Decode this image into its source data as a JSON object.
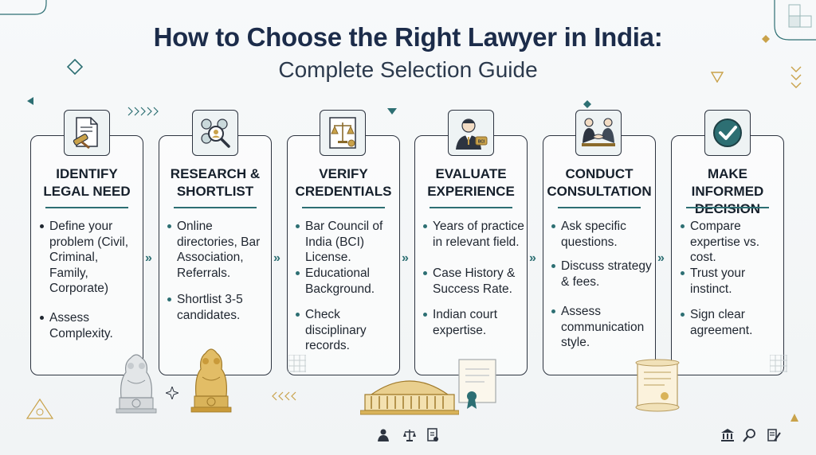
{
  "header": {
    "title": "How to Choose the Right Lawyer in India:",
    "subtitle": "Complete Selection Guide"
  },
  "steps": [
    {
      "title": "IDENTIFY LEGAL NEED",
      "icon": "gavel-document-icon",
      "bullets": [
        "Define your problem (Civil, Criminal, Family, Corporate)",
        "Assess Complexity."
      ]
    },
    {
      "title": "RESEARCH & SHORTLIST",
      "icon": "magnifier-people-icon",
      "bullets": [
        "Online directories, Bar Association, Referrals.",
        "Shortlist 3-5 candidates."
      ]
    },
    {
      "title": "VERIFY CREDENTIALS",
      "icon": "scales-certificate-icon",
      "bullets": [
        "Bar Council of India (BCI) License.",
        "Educational Background.",
        "Check disciplinary records."
      ]
    },
    {
      "title": "EVALUATE EXPERIENCE",
      "icon": "lawyer-badge-icon",
      "bullets": [
        "Years of practice in relevant field.",
        "Case History & Success Rate.",
        "Indian court expertise."
      ]
    },
    {
      "title": "CONDUCT CONSULTATION",
      "icon": "handshake-icon",
      "bullets": [
        "Ask specific questions.",
        "Discuss strategy & fees.",
        "Assess communication style."
      ]
    },
    {
      "title": "MAKE INFORMED DECISION",
      "icon": "checkmark-icon",
      "bullets": [
        "Compare expertise vs. cost.",
        "Trust your instinct.",
        "Sign clear agreement."
      ]
    }
  ],
  "arrows": "»",
  "badge_text": "BCI",
  "colors": {
    "accent": "#2d6f73",
    "border": "#2d3440",
    "title": "#1c2c4a",
    "gold": "#c9a24a"
  }
}
